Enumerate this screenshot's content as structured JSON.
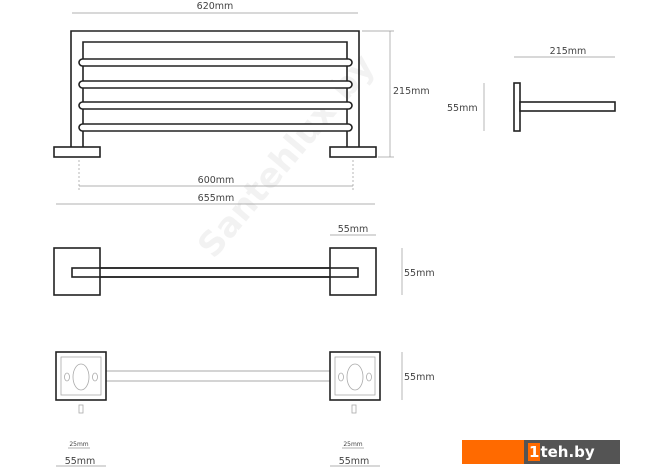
{
  "front_view": {
    "width_top": "620mm",
    "height": "215mm",
    "inner_span": "600mm",
    "total_width": "655mm"
  },
  "side_view": {
    "depth": "215mm",
    "plate_height": "55mm"
  },
  "top_view": {
    "plate_width": "55mm",
    "plate_height": "55mm"
  },
  "wall_view": {
    "plate_height": "55mm",
    "left_hole": "25mm",
    "left_plate": "55mm",
    "right_hole": "25mm",
    "right_plate": "55mm"
  },
  "watermark": "Santehlux.by",
  "logo": {
    "digit": "1",
    "text": "teh.by",
    "orange": "#ff6a00",
    "gray": "#545454"
  }
}
